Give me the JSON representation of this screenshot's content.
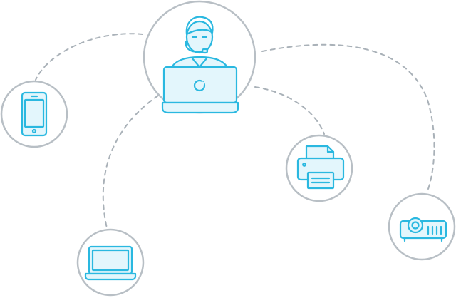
{
  "colors": {
    "ring": "#b8bfc5",
    "connector": "#a9b1b8",
    "icon_stroke": "#2ab8e0",
    "icon_fill": "#e3f6fc",
    "background": "#ffffff"
  },
  "nodes": [
    {
      "id": "support-agent",
      "icon": "support-agent-icon"
    },
    {
      "id": "smartphone",
      "icon": "smartphone-icon"
    },
    {
      "id": "laptop",
      "icon": "laptop-icon"
    },
    {
      "id": "printer",
      "icon": "printer-icon"
    },
    {
      "id": "projector",
      "icon": "projector-icon"
    }
  ],
  "connections": [
    {
      "from": "support-agent",
      "to": "smartphone"
    },
    {
      "from": "support-agent",
      "to": "laptop"
    },
    {
      "from": "support-agent",
      "to": "printer"
    },
    {
      "from": "support-agent",
      "to": "projector"
    }
  ]
}
